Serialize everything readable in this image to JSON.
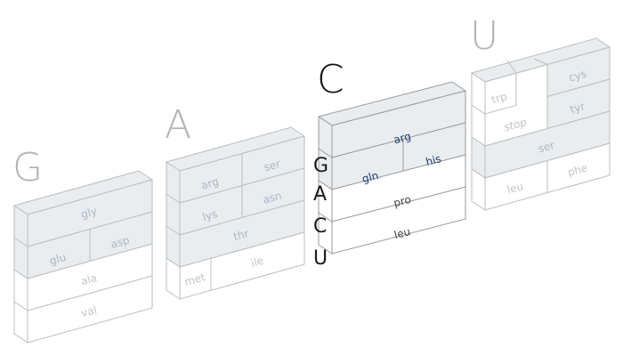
{
  "blocks": [
    {
      "letter": "G",
      "active": false,
      "cells": {
        "gly": "gly",
        "glu": "glu",
        "asp": "asp",
        "ala": "ala",
        "val": "val"
      }
    },
    {
      "letter": "A",
      "active": false,
      "cells": {
        "arg": "arg",
        "ser": "ser",
        "lys": "lys",
        "asn": "asn",
        "thr": "thr",
        "met": "met",
        "ile": "ile"
      }
    },
    {
      "letter": "C",
      "active": true,
      "cells": {
        "arg": "arg",
        "gln": "gln",
        "his": "his",
        "pro": "pro",
        "leu": "leu"
      },
      "side_letters": [
        "G",
        "A",
        "C",
        "U"
      ]
    },
    {
      "letter": "U",
      "active": false,
      "cells": {
        "trp": "trp",
        "stop": "stop",
        "cys": "cys",
        "tyr": "tyr",
        "ser": "ser",
        "leu": "leu",
        "phe": "phe"
      }
    }
  ],
  "colors": {
    "shaded_face": "#e9edf0",
    "white_face": "#ffffff",
    "active_text": "#1d3e70",
    "dim_text": "#aab6c6"
  }
}
